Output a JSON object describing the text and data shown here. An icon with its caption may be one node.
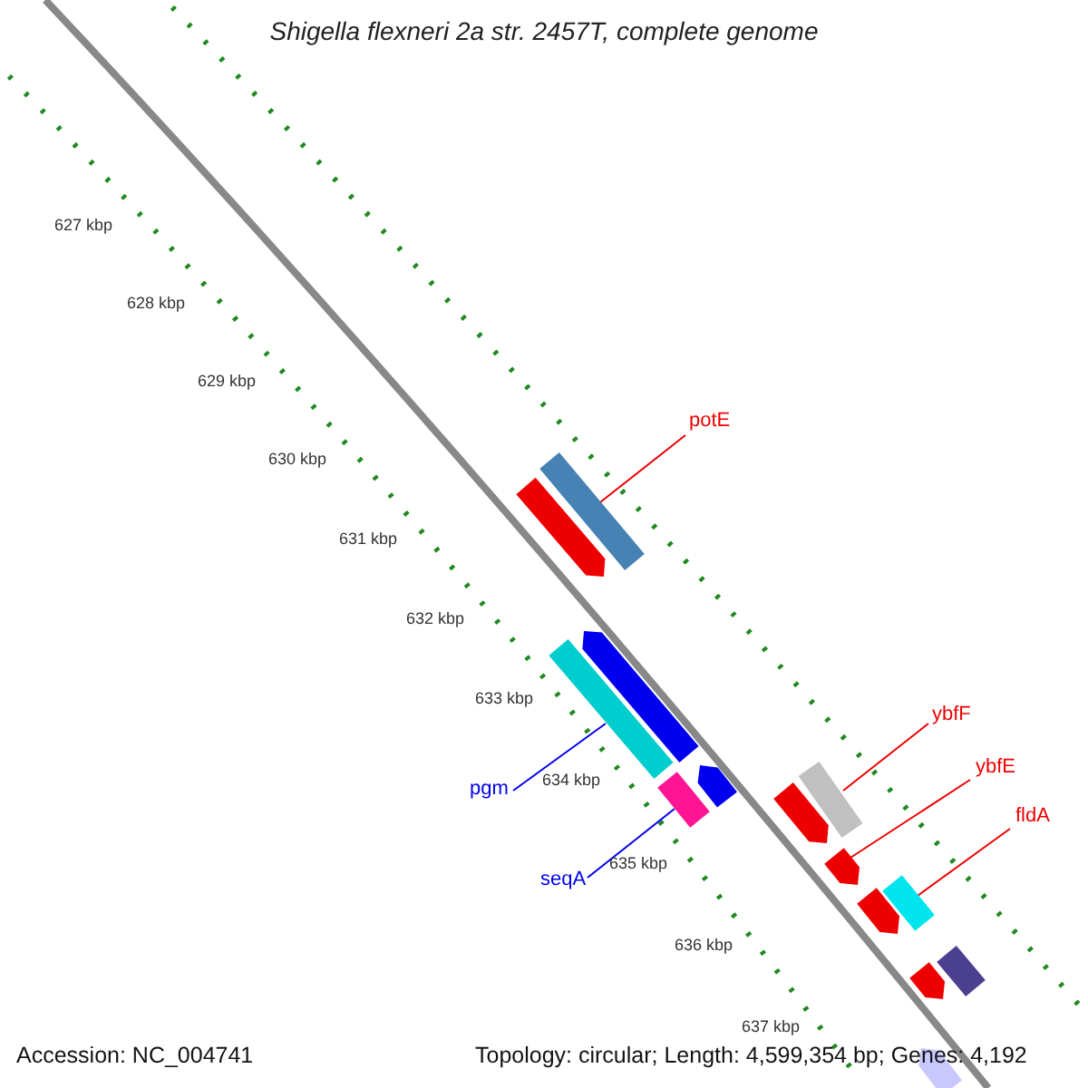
{
  "diagram": {
    "title": "Shigella flexneri 2a str. 2457T, complete genome",
    "nodes": [
      {
        "text": [
          "potE"
        ]
      },
      {
        "text": [],
        "shape": "bar"
      },
      {
        "text": [
          "ybfF"
        ]
      },
      {
        "text": [],
        "shape": "bar"
      },
      {
        "text": [
          "ybfE"
        ]
      },
      {
        "text": [],
        "shape": "arrow"
      },
      {
        "text": [
          "fldA"
        ]
      },
      {
        "text": [],
        "shape": "bar"
      },
      {
        "text": [
          "pgm"
        ]
      },
      {
        "text": [],
        "shape": "bar"
      },
      {
        "text": [
          "seqA"
        ]
      },
      {
        "text": [],
        "shape": "bar"
      },
      {
        "text": [],
        "shape": "arrow"
      },
      {
        "text": [],
        "shape": "arrow"
      },
      {
        "text": [],
        "shape": "arrow"
      },
      {
        "text": [],
        "shape": "arrow"
      },
      {
        "text": [],
        "shape": "arrow"
      },
      {
        "text": [],
        "shape": "arrow"
      },
      {
        "text": [],
        "shape": "bar"
      },
      {
        "text": [],
        "shape": "arrow"
      }
    ],
    "edges": [
      {
        "from": 0,
        "to": 1,
        "arrow": "none"
      },
      {
        "from": 2,
        "to": 3,
        "arrow": "none"
      },
      {
        "from": 4,
        "to": 5,
        "arrow": "none"
      },
      {
        "from": 6,
        "to": 7,
        "arrow": "none"
      },
      {
        "from": 8,
        "to": 9,
        "arrow": "none",
        "color": "#0000ee"
      },
      {
        "from": 10,
        "to": 11,
        "arrow": "none",
        "color": "#0000ee"
      }
    ],
    "labels": [
      "627 kbp",
      "628 kbp",
      "629 kbp",
      "630 kbp",
      "631 kbp",
      "632 kbp",
      "633 kbp",
      "634 kbp",
      "635 kbp",
      "636 kbp",
      "637 kbp",
      "Accession: NC_004741",
      "Topology: circular; Length: 4,599,354 bp; Genes: 4,192"
    ]
  }
}
